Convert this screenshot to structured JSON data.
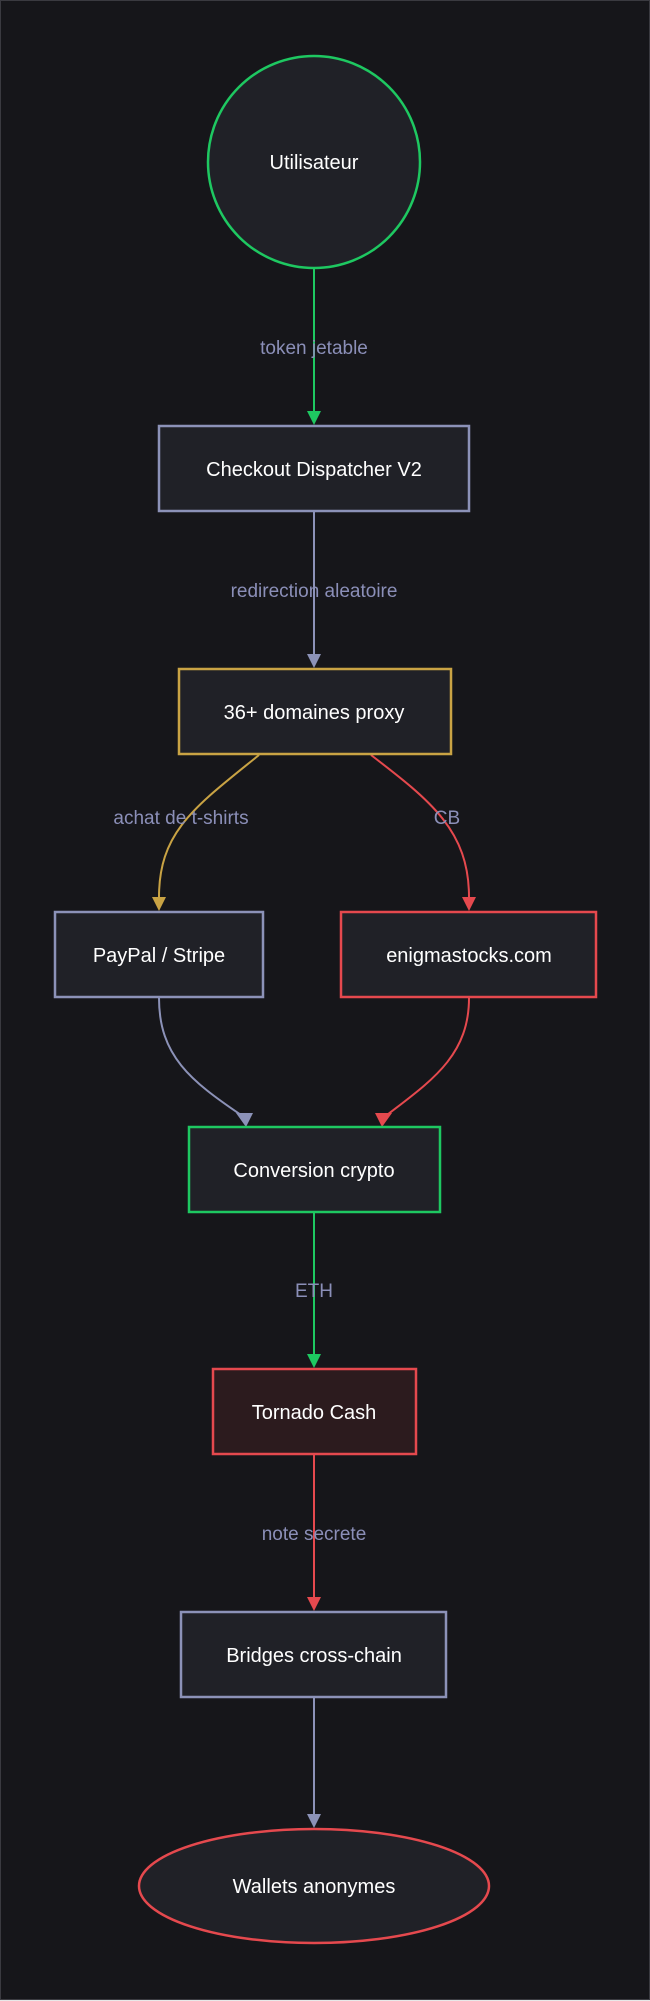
{
  "colors": {
    "background": "#16161a",
    "node_fill": "#202127",
    "node_fill_alert": "#2c1b1e",
    "green": "#1ec861",
    "slate": "#8c92b8",
    "gold": "#c9a344",
    "red": "#e5494e",
    "label_muted": "#8b8fb8",
    "text": "#ffffff"
  },
  "nodes": {
    "user": {
      "label": "Utilisateur",
      "shape": "circle",
      "stroke": "green"
    },
    "dispatcher": {
      "label": "Checkout Dispatcher V2",
      "shape": "rect",
      "stroke": "slate"
    },
    "proxies": {
      "label": "36+ domaines proxy",
      "shape": "rect",
      "stroke": "gold"
    },
    "paypal": {
      "label": "PayPal / Stripe",
      "shape": "rect",
      "stroke": "slate"
    },
    "enigma": {
      "label": "enigmastocks.com",
      "shape": "rect",
      "stroke": "red"
    },
    "conversion": {
      "label": "Conversion crypto",
      "shape": "rect",
      "stroke": "green"
    },
    "tornado": {
      "label": "Tornado Cash",
      "shape": "rect",
      "stroke": "red"
    },
    "bridges": {
      "label": "Bridges cross-chain",
      "shape": "rect",
      "stroke": "slate",
      "muted_text": true
    },
    "wallets": {
      "label": "Wallets anonymes",
      "shape": "ellipse",
      "stroke": "red"
    }
  },
  "edges": [
    {
      "from": "user",
      "to": "dispatcher",
      "label": "token jetable",
      "color": "green"
    },
    {
      "from": "dispatcher",
      "to": "proxies",
      "label": "redirection aleatoire",
      "color": "slate"
    },
    {
      "from": "proxies",
      "to": "paypal",
      "label": "achat de t-shirts",
      "color": "gold"
    },
    {
      "from": "proxies",
      "to": "enigma",
      "label": "CB",
      "color": "red"
    },
    {
      "from": "paypal",
      "to": "conversion",
      "label": "",
      "color": "slate"
    },
    {
      "from": "enigma",
      "to": "conversion",
      "label": "",
      "color": "red"
    },
    {
      "from": "conversion",
      "to": "tornado",
      "label": "ETH",
      "color": "green"
    },
    {
      "from": "tornado",
      "to": "bridges",
      "label": "note secrete",
      "color": "red"
    },
    {
      "from": "bridges",
      "to": "wallets",
      "label": "",
      "color": "slate"
    }
  ]
}
